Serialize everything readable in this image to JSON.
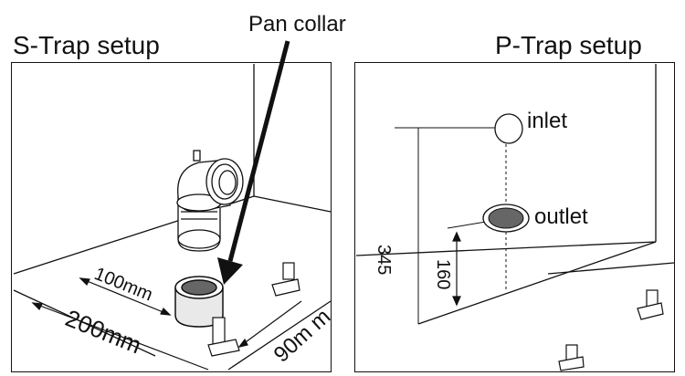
{
  "panels": {
    "left": {
      "title": "S-Trap setup"
    },
    "right": {
      "title": "P-Trap setup"
    }
  },
  "callout": {
    "text": "Pan collar"
  },
  "dimensions": {
    "left_100": "100mm",
    "left_200": "200mm",
    "left_90": "90m m",
    "right_345": "345",
    "right_160": "160"
  },
  "markers": {
    "inlet": "inlet",
    "outlet": "outlet"
  },
  "colors": {
    "line": "#111111",
    "collar_fill": "#e9e9e9",
    "opening_fill": "#666666",
    "background": "#ffffff"
  }
}
